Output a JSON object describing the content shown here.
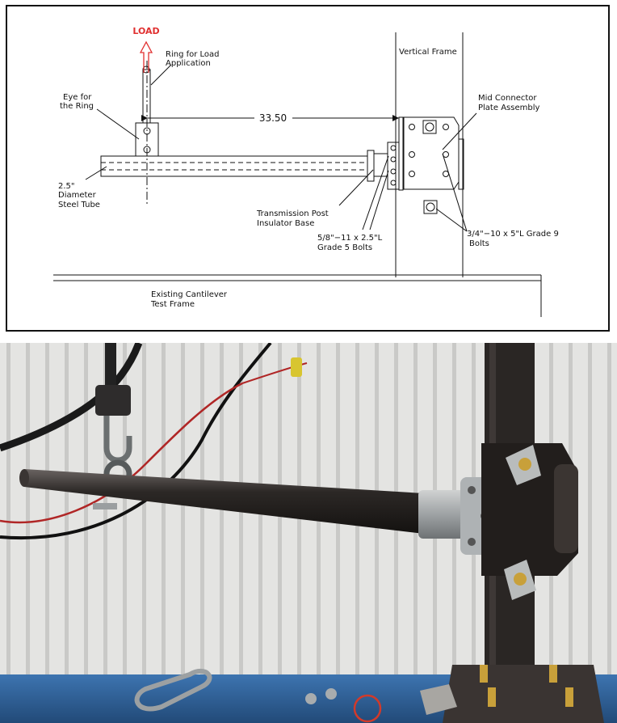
{
  "drawing": {
    "load": "LOAD",
    "labels": {
      "ring_for_load_1": "Ring for Load",
      "ring_for_load_2": "Application",
      "eye_for_1": "Eye for",
      "eye_for_2": "the Ring",
      "tube_1": "2.5\"",
      "tube_2": "Diameter",
      "tube_3": "Steel Tube",
      "dimension": "33.50",
      "vertical_frame": "Vertical Frame",
      "mid_connector_1": "Mid Connector",
      "mid_connector_2": "Plate Assembly",
      "insulator_1": "Transmission Post",
      "insulator_2": "Insulator Base",
      "bolts58_1": "5/8\"−11 x 2.5\"L",
      "bolts58_2": "Grade 5 Bolts",
      "bolts34_1": "3/4\"−10 x 5\"L Grade 9",
      "bolts34_2": "Bolts",
      "existing_1": "Existing Cantilever",
      "existing_2": "Test Frame"
    },
    "colors": {
      "line": "#111111",
      "load": "#e03030"
    }
  },
  "photo": {
    "colors": {
      "wall": "#e4e4e2",
      "steel": "#2a2624",
      "table": "#2f5f96"
    }
  }
}
